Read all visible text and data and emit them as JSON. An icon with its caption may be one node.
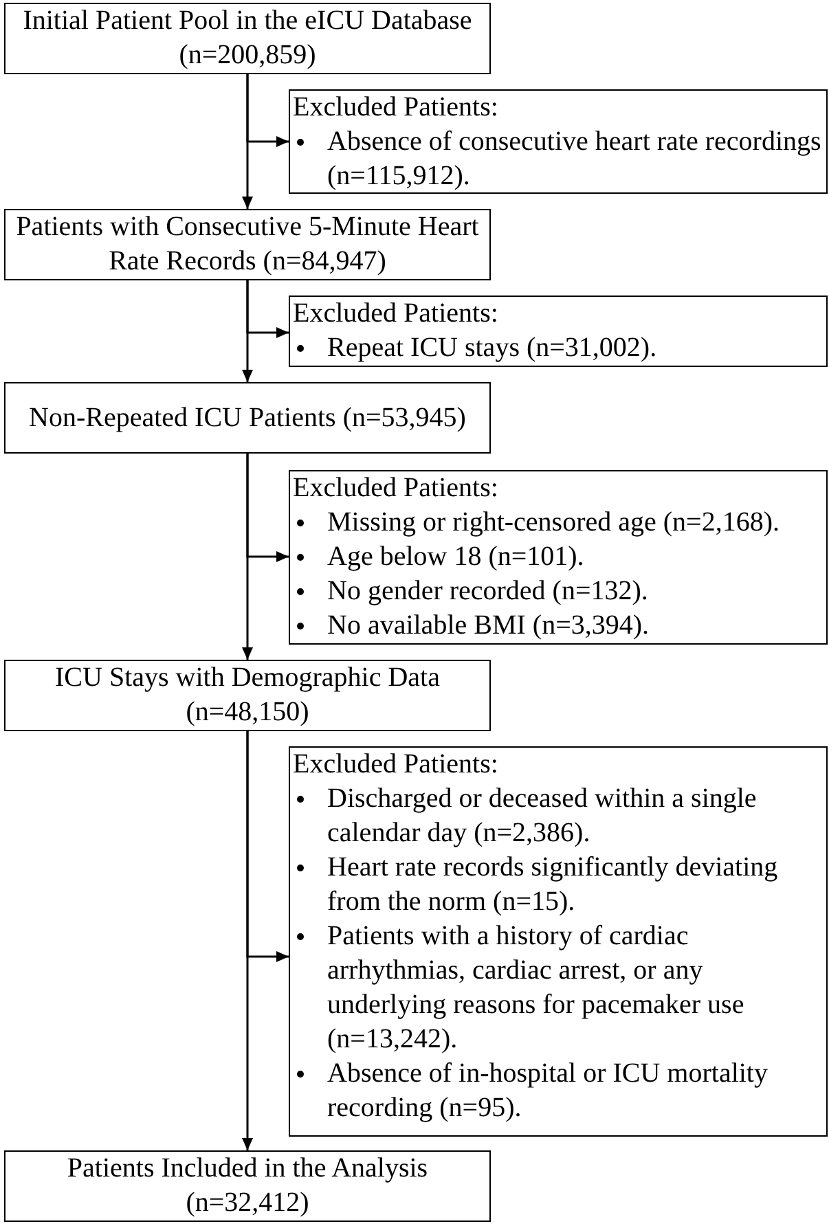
{
  "diagram": {
    "nodes": [
      {
        "text": [
          "Initial Patient Pool in the eICU Database (n=200,859)"
        ]
      },
      {
        "text": [
          "Excluded Patients:",
          "Absence of consecutive heart rate recordings (n=115,912)."
        ]
      },
      {
        "text": [
          "Patients with Consecutive 5-Minute Heart Rate Records (n=84,947)"
        ]
      },
      {
        "text": [
          "Excluded Patients:",
          "Repeat ICU stays (n=31,002)."
        ]
      },
      {
        "text": [
          "Non-Repeated ICU Patients (n=53,945)"
        ]
      },
      {
        "text": [
          "Excluded Patients:",
          "Missing or right-censored age (n=2,168).",
          "Age below 18 (n=101).",
          "No gender recorded (n=132).",
          "No available BMI (n=3,394)."
        ]
      },
      {
        "text": [
          "ICU Stays with Demographic Data (n=48,150)"
        ]
      },
      {
        "text": [
          "Excluded Patients:",
          "Discharged or deceased within a single calendar day (n=2,386).",
          "Heart rate records significantly deviating from the norm (n=15).",
          "Patients with a history of cardiac arrhythmias, cardiac arrest, or any underlying reasons for pacemaker use (n=13,242).",
          "Absence of in-hospital or ICU mortality recording (n=95)."
        ]
      },
      {
        "text": [
          "Patients Included in the Analysis (n=32,412)"
        ]
      }
    ],
    "edges": [
      {
        "from": 0,
        "to": 1,
        "arrow": "to"
      },
      {
        "from": 0,
        "to": 2,
        "arrow": "to"
      },
      {
        "from": 2,
        "to": 3,
        "arrow": "to"
      },
      {
        "from": 2,
        "to": 4,
        "arrow": "to"
      },
      {
        "from": 4,
        "to": 5,
        "arrow": "to"
      },
      {
        "from": 4,
        "to": 6,
        "arrow": "to"
      },
      {
        "from": 6,
        "to": 7,
        "arrow": "to"
      },
      {
        "from": 6,
        "to": 8,
        "arrow": "to"
      }
    ]
  }
}
